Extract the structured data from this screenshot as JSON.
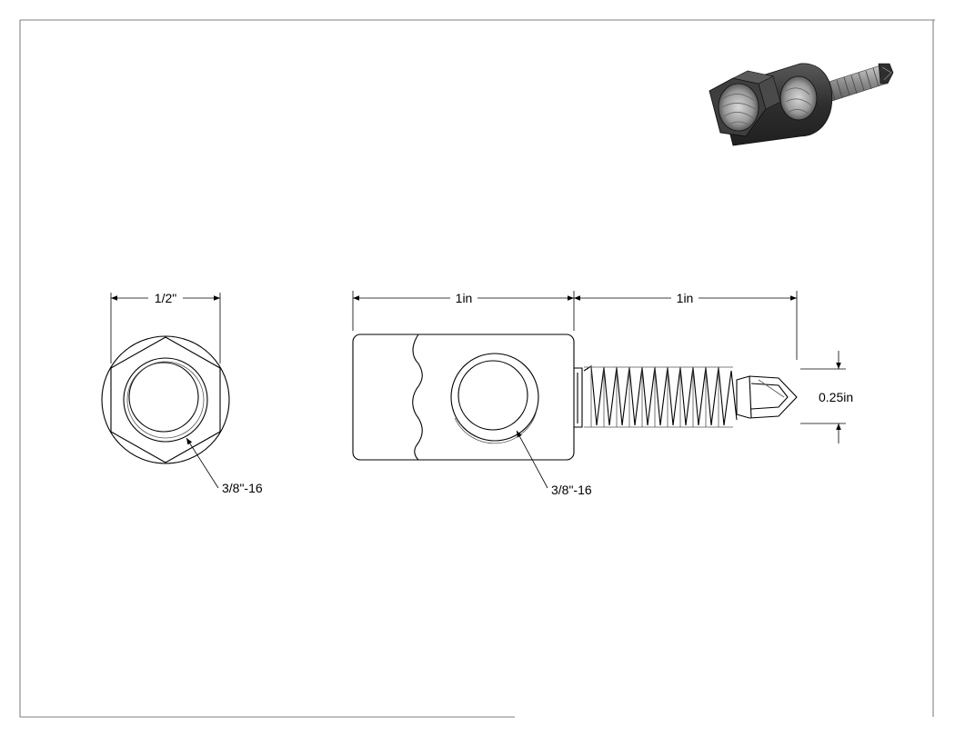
{
  "front_view": {
    "width_dimension": "1/2\"",
    "thread_callout": "3/8\"-16"
  },
  "side_view": {
    "body_length_dimension": "1in",
    "screw_length_dimension": "1in",
    "screw_diameter_dimension": "0.25in",
    "thread_callout": "3/8\"-16"
  },
  "isometric_view": {
    "body_color": "#3a3a3a",
    "thread_color": "#8a8a8a"
  }
}
